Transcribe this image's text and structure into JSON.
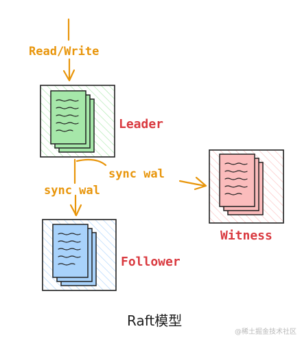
{
  "nodes": {
    "leader": {
      "label": "Leader",
      "label_color": "#d9393f",
      "fill": "#a6e7a9"
    },
    "follower": {
      "label": "Follower",
      "label_color": "#d9393f",
      "fill": "#a8d2fb"
    },
    "witness": {
      "label": "Witness",
      "label_color": "#d9393f",
      "fill": "#fbbcbc"
    }
  },
  "edges": {
    "client_to_leader": "Read/Write",
    "leader_to_follower": "sync wal",
    "leader_to_witness": "sync wal"
  },
  "colors": {
    "edge": "#e8950a",
    "border": "#1f1f1f"
  },
  "caption": "Raft模型",
  "watermark": "@稀土掘金技术社区"
}
